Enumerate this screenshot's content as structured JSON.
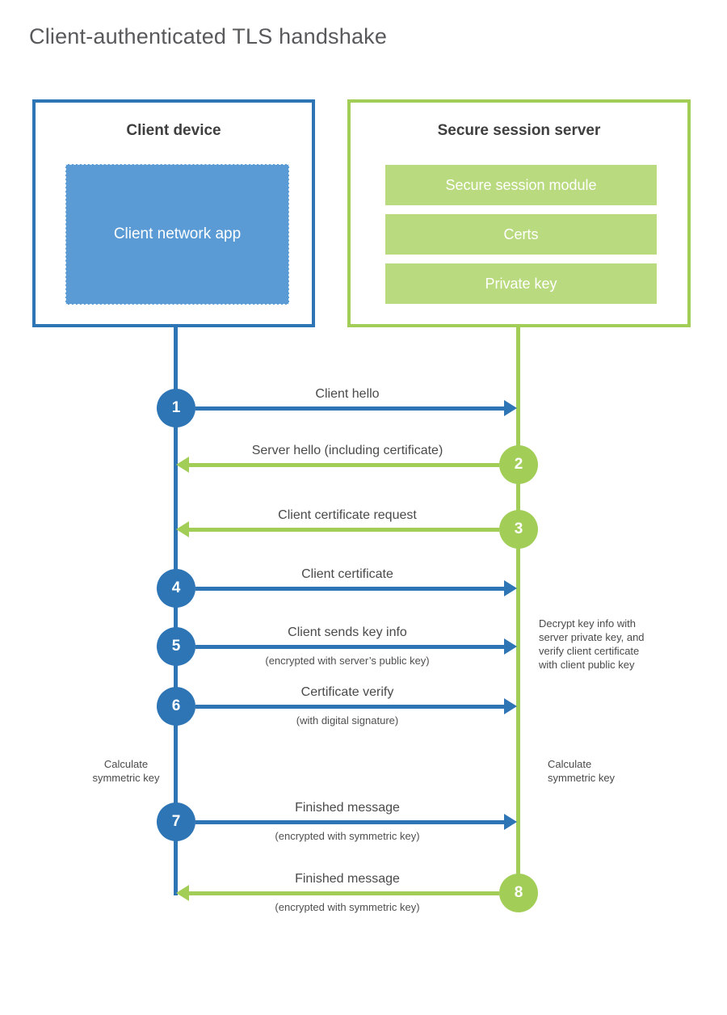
{
  "title": "Client-authenticated TLS handshake",
  "colors": {
    "blue_primary": "#2e75b6",
    "blue_fill": "#5b9bd5",
    "green_primary": "#a2ce58",
    "green_fill": "#b9da7e",
    "title_gray": "#58595b"
  },
  "client_box": {
    "header": "Client device",
    "app_label": "Client network app"
  },
  "server_box": {
    "header": "Secure session server",
    "modules": [
      "Secure session module",
      "Certs",
      "Private key"
    ]
  },
  "steps": [
    {
      "num": "1",
      "label": "Client hello",
      "sublabel": "",
      "direction": "right",
      "color": "blue"
    },
    {
      "num": "2",
      "label": "Server hello (including certificate)",
      "sublabel": "",
      "direction": "left",
      "color": "green"
    },
    {
      "num": "3",
      "label": "Client certificate request",
      "sublabel": "",
      "direction": "left",
      "color": "green"
    },
    {
      "num": "4",
      "label": "Client certificate",
      "sublabel": "",
      "direction": "right",
      "color": "blue"
    },
    {
      "num": "5",
      "label": "Client sends key info",
      "sublabel": "(encrypted with server’s public key)",
      "direction": "right",
      "color": "blue"
    },
    {
      "num": "6",
      "label": "Certificate verify",
      "sublabel": "(with digital signature)",
      "direction": "right",
      "color": "blue"
    },
    {
      "num": "7",
      "label": "Finished message",
      "sublabel": "(encrypted with symmetric key)",
      "direction": "right",
      "color": "blue"
    },
    {
      "num": "8",
      "label": "Finished message",
      "sublabel": "(encrypted with symmetric key)",
      "direction": "left",
      "color": "green"
    }
  ],
  "annotations": {
    "decrypt_note": "Decrypt key info with\nserver private key, and\nverify client certificate\nwith client public key",
    "calc_left": "Calculate\nsymmetric key",
    "calc_right": "Calculate\nsymmetric key"
  }
}
